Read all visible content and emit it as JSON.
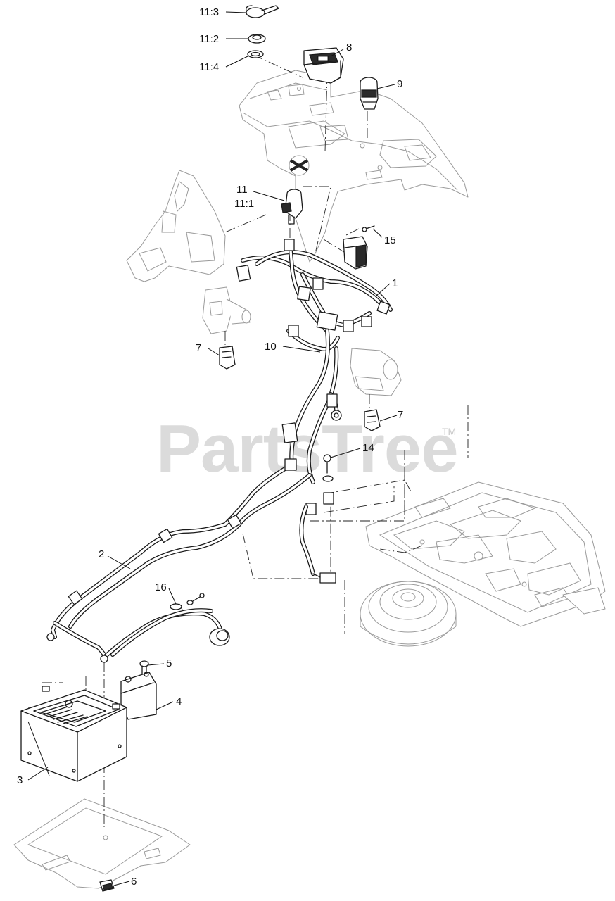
{
  "watermark": {
    "text": "PartsTree",
    "trademark": "TM"
  },
  "callouts": [
    {
      "id": "11-3",
      "label": "11:3"
    },
    {
      "id": "11-2",
      "label": "11:2"
    },
    {
      "id": "11-4",
      "label": "11:4"
    },
    {
      "id": "8",
      "label": "8"
    },
    {
      "id": "9",
      "label": "9"
    },
    {
      "id": "11",
      "label": "11"
    },
    {
      "id": "11-1",
      "label": "11:1"
    },
    {
      "id": "15",
      "label": "15"
    },
    {
      "id": "1",
      "label": "1"
    },
    {
      "id": "10",
      "label": "10"
    },
    {
      "id": "7a",
      "label": "7"
    },
    {
      "id": "7b",
      "label": "7"
    },
    {
      "id": "14",
      "label": "14"
    },
    {
      "id": "2",
      "label": "2"
    },
    {
      "id": "16",
      "label": "16"
    },
    {
      "id": "5",
      "label": "5"
    },
    {
      "id": "4",
      "label": "4"
    },
    {
      "id": "3",
      "label": "3"
    },
    {
      "id": "6",
      "label": "6"
    }
  ]
}
